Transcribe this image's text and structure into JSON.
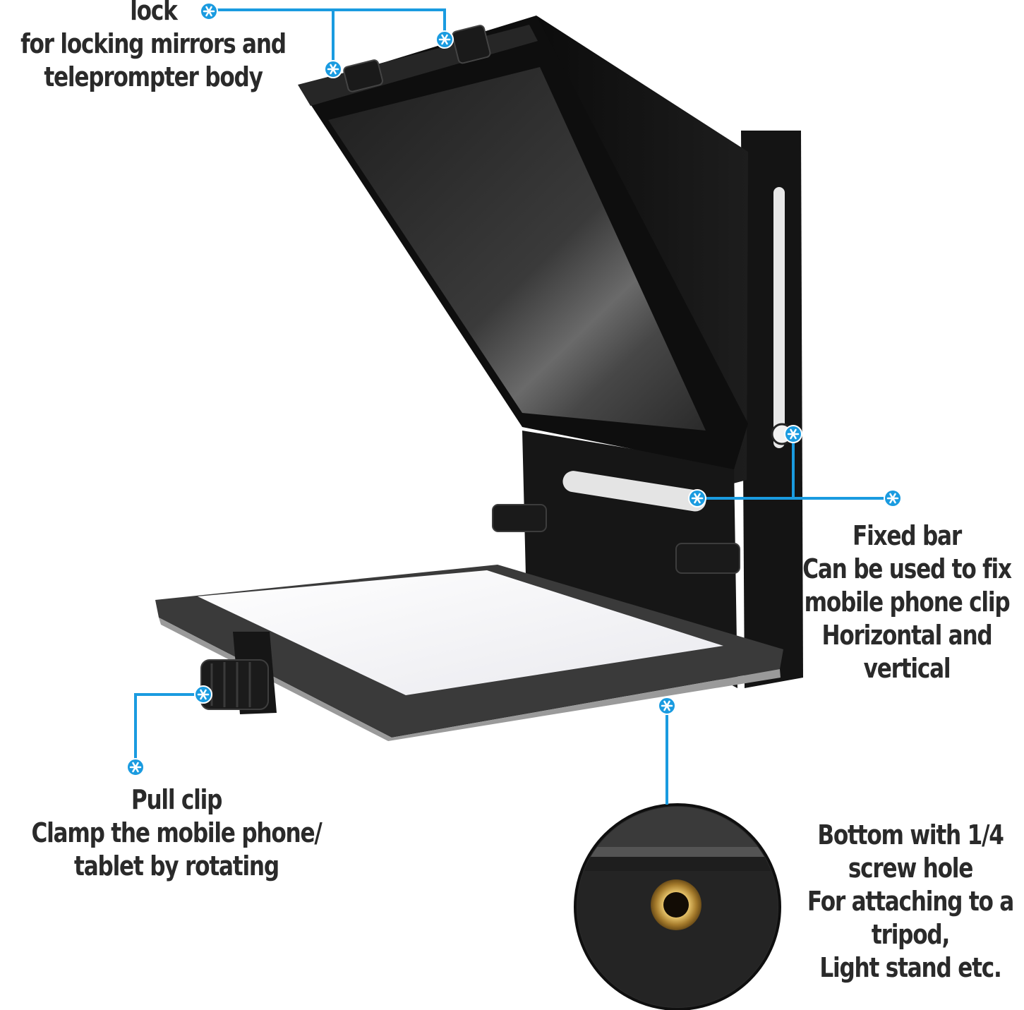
{
  "colors": {
    "accent": "#1a9be0",
    "label_text": "#2a2a2a",
    "device_body": "#161616",
    "brass": "#c9a24a"
  },
  "annotations": {
    "lock": {
      "icon": "asterisk-marker-icon",
      "lines": [
        "lock",
        "for locking mirrors and",
        "teleprompter body"
      ]
    },
    "fixed_bar": {
      "icon": "asterisk-marker-icon",
      "lines": [
        "Fixed bar",
        "Can be used to fix",
        "mobile phone clip",
        "Horizontal and",
        "vertical"
      ]
    },
    "pull_clip": {
      "icon": "asterisk-marker-icon",
      "lines": [
        "Pull clip",
        "Clamp the mobile phone/",
        "tablet by rotating"
      ]
    },
    "bottom": {
      "icon": "asterisk-marker-icon",
      "lines": [
        "Bottom with 1/4",
        "screw hole",
        "For attaching to a",
        "tripod,",
        "Light stand etc."
      ]
    }
  }
}
